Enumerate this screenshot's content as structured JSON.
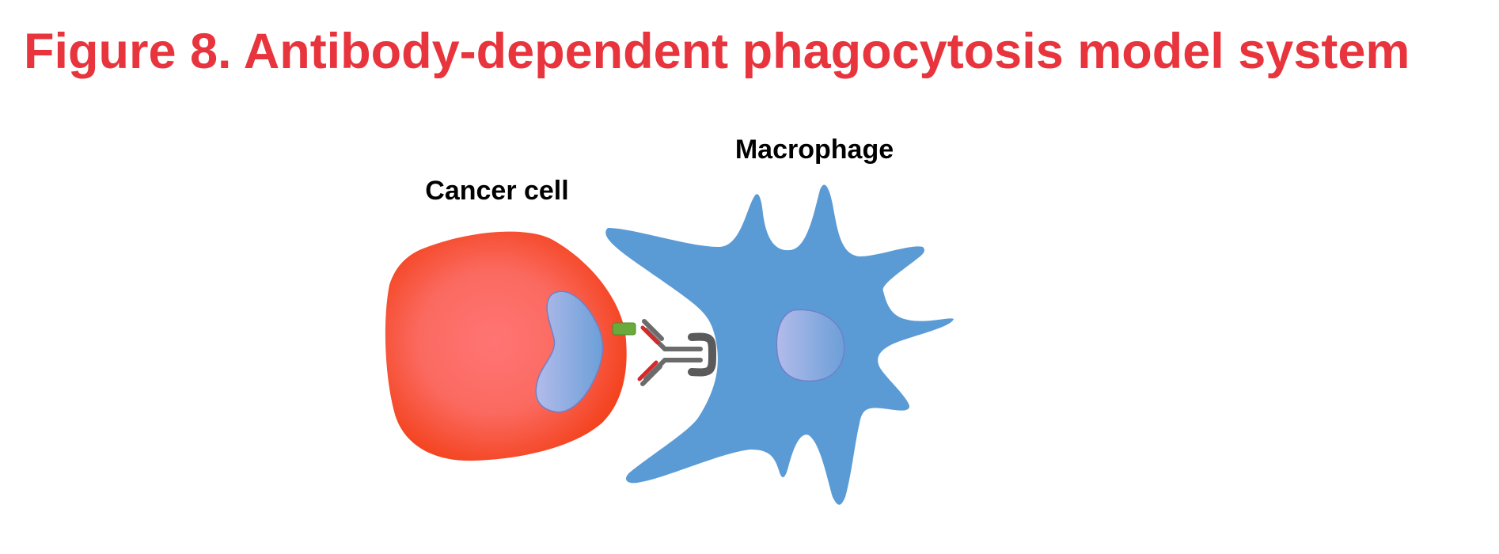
{
  "figure": {
    "title": "Figure 8.  Antibody-dependent phagocytosis model system"
  },
  "labels": {
    "cancer_cell": "Cancer cell",
    "macrophage": "Macrophage"
  },
  "colors": {
    "title": "#e8343c",
    "cancer_cell_core": "#ff7070",
    "cancer_cell_edge": "#f23c10",
    "macrophage": "#5b9bd5",
    "nucleus_light": "#b0b8e8",
    "nucleus_dark": "#6a9fd8",
    "antigen": "#6aaa3a",
    "antibody_heavy": "#6b6b6b",
    "antibody_light": "#d42a2a",
    "receptor": "#5a5a5a"
  }
}
